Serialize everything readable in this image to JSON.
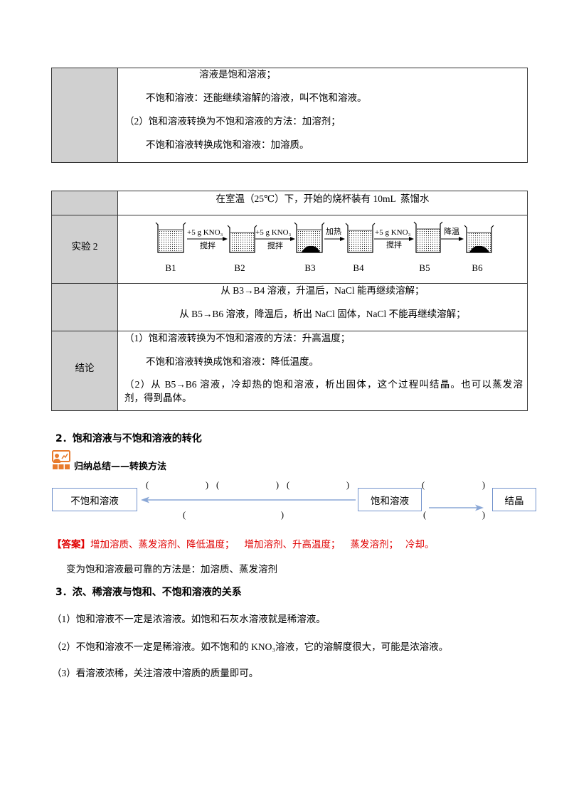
{
  "table1": {
    "lines": [
      "溶液是饱和溶液；",
      "不饱和溶液：还能继续溶解的溶液，叫不饱和溶液。",
      "（2）饱和溶液转换为不饱和溶液的方法：加溶剂；",
      "不饱和溶液转换成饱和溶液：加溶质。"
    ]
  },
  "table2": {
    "row1": "在室温（25℃）下，开始的烧杯装有 10mL  蒸馏水",
    "row2_label": "实验 2",
    "beakers": [
      "B1",
      "B2",
      "B3",
      "B4",
      "B5",
      "B6"
    ],
    "steps": [
      {
        "top": "+5 g KNO₃",
        "bottom": "搅拌"
      },
      {
        "top": "+5 g KNO₃",
        "bottom": "搅拌"
      },
      {
        "top": "加热"
      },
      {
        "top": "+5 g KNO₃",
        "bottom": "搅拌"
      },
      {
        "top": "降温"
      }
    ],
    "row3": [
      "从 B3→B4 溶液，升温后，NaCl 能再继续溶解；",
      "从 B5→B6 溶液，降温后，析出 NaCl 固体，NaCl 不能再继续溶解；"
    ],
    "row4_label": "结论",
    "row4": [
      "（1）饱和溶液转换为不饱和溶液的方法：升高温度；",
      "不饱和溶液转换成饱和溶液：降低温度。",
      "（2）从 B5→B6 溶液，冷却热的饱和溶液，析出固体，这个过程叫结晶。也可以蒸发溶",
      "剂，得到晶体。"
    ]
  },
  "section2": {
    "heading": "2．饱和溶液与不饱和溶液的转化",
    "summary_icon": "teacher-icon",
    "subheading": "归纳总结——转换方法",
    "diagram": {
      "unsaturated": "不饱和溶液",
      "saturated": "饱和溶液",
      "crystal": "结晶",
      "blank_open": "(",
      "blank_close": ")"
    },
    "answer_label": "【答案】",
    "answer_items": [
      "增加溶质、蒸发溶剂、降低温度；",
      "增加溶剂、升高温度；",
      "蒸发溶剂；",
      "冷却。"
    ],
    "note": "变为饱和溶液最可靠的方法是：加溶质、蒸发溶剂"
  },
  "section3": {
    "heading": "3．浓、稀溶液与饱和、不饱和溶液的关系",
    "items": [
      "（1）饱和溶液不一定是浓溶液。如饱和石灰水溶液就是稀溶液。",
      "（2）不饱和溶液不一定是稀溶液。如不饱和的 KNO₃溶液，它的溶解度很大，可能是浓溶液。",
      "（3）看溶液浓稀，关注溶液中溶质的质量即可。"
    ]
  },
  "colors": {
    "answer_red": "#e00000",
    "box_border": "#7393cc",
    "arrow": "#8aa7d6",
    "icon_orange": "#e87b2e",
    "table_shade": "#d0d0d0",
    "table_border": "#333333"
  }
}
